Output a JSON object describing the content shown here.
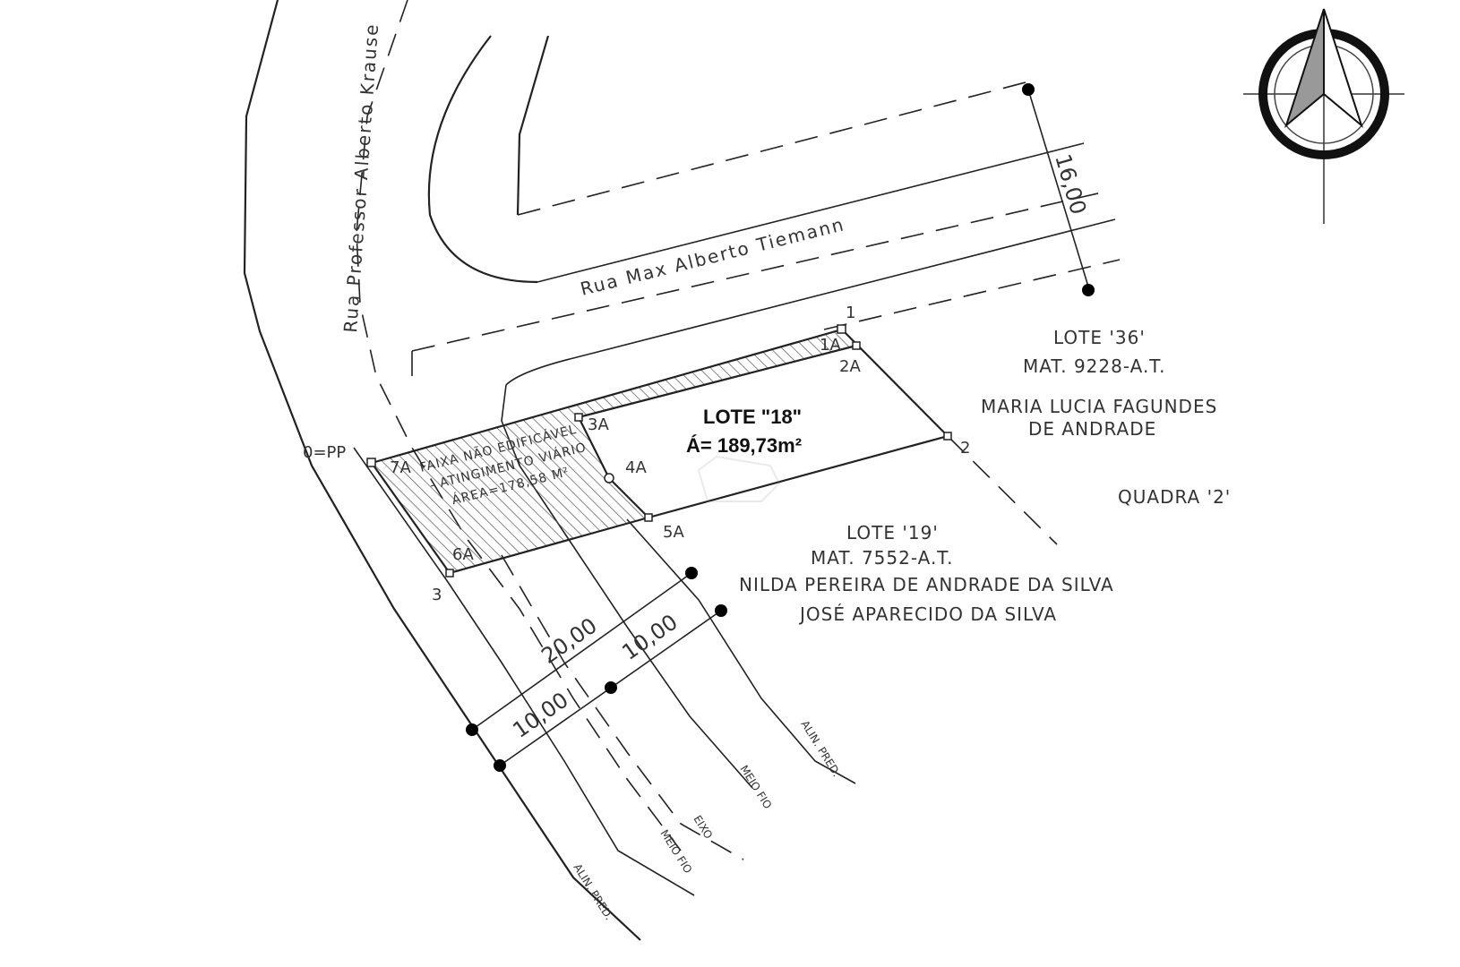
{
  "streets": {
    "north": "Rua Max Alberto Tiemann",
    "west": "Rua Professor Alberto Krause"
  },
  "lot_main": {
    "title": "LOTE \"18\"",
    "area": "Á= 189,73m²"
  },
  "strip": {
    "line1": "FAIXA NÃO EDIFICÁVEL",
    "line2": "- ATINGIMENTO VIÁRIO",
    "line3": "ÁREA=178,58 M²"
  },
  "lot_36": {
    "name": "LOTE '36'",
    "mat": "MAT. 9228-A.T.",
    "owner1": "MARIA LUCIA FAGUNDES",
    "owner2": "DE ANDRADE"
  },
  "block": "QUADRA '2'",
  "lot_19": {
    "name": "LOTE '19'",
    "mat": "MAT. 7552-A.T.",
    "owner1": "NILDA PEREIRA DE ANDRADE DA SILVA",
    "owner2": "JOSÉ APARECIDO DA SILVA"
  },
  "points": {
    "p1": "1",
    "p1a": "1A",
    "p2a": "2A",
    "p2": "2",
    "p3a": "3A",
    "p4a": "4A",
    "p5a": "5A",
    "p6a": "6A",
    "p7a": "7A",
    "p3": "3",
    "p0": "0=PP"
  },
  "dimensions": {
    "north_width": "16,00",
    "total": "20,00",
    "half_east": "10,00",
    "half_west": "10,00"
  },
  "line_labels": {
    "aln_east": "ALIN. PRED.",
    "meio_fio_east": "MEIO FIO",
    "eixo": "EIXO",
    "meio_fio_west": "MEIO FIO",
    "aln_west": "ALIN. PRED."
  },
  "icons": {
    "north_arrow": "compass-north-arrow-icon",
    "watermark": "watermark-logo"
  },
  "colors": {
    "line": "#222222",
    "background": "#ffffff"
  }
}
